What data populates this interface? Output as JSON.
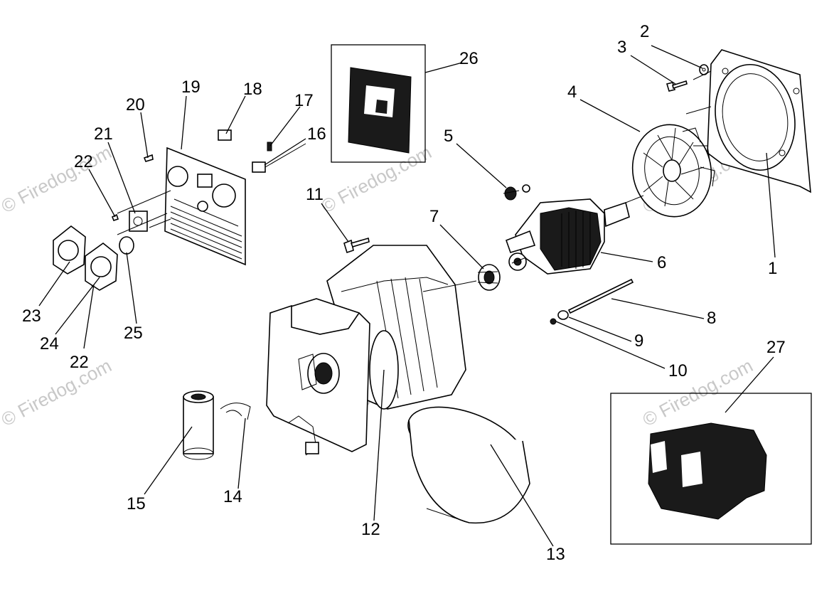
{
  "watermarks": [
    "© Firedog.com",
    "© Firedog.com",
    "© Firedog.com",
    "© Firedog.com",
    "© Firedog.com",
    "© Firedog.com"
  ],
  "labels": {
    "p1": "1",
    "p2": "2",
    "p3": "3",
    "p4": "4",
    "p5": "5",
    "p6": "6",
    "p7": "7",
    "p8": "8",
    "p9": "9",
    "p10": "10",
    "p11": "11",
    "p12": "12",
    "p13": "13",
    "p14": "14",
    "p15": "15",
    "p16": "16",
    "p17": "17",
    "p18": "18",
    "p19": "19",
    "p20": "20",
    "p21": "21",
    "p22a": "22",
    "p22b": "22",
    "p23": "23",
    "p24": "24",
    "p25": "25",
    "p26": "26",
    "p27": "27"
  }
}
